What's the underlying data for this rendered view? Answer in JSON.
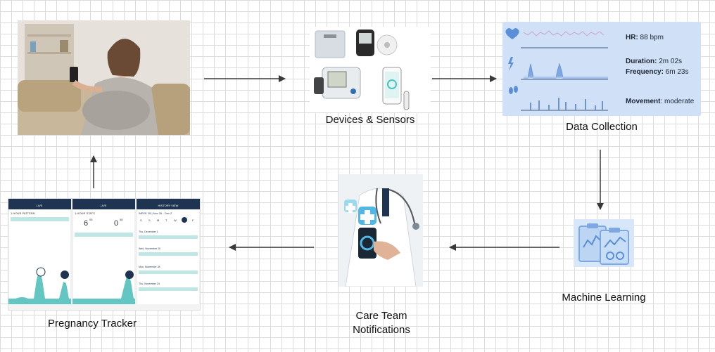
{
  "labels": {
    "devices": "Devices & Sensors",
    "data_collection": "Data Collection",
    "machine_learning": "Machine Learning",
    "care_team": [
      "Care Team",
      "Notifications"
    ],
    "pregnancy_tracker": "Pregnancy Tracker"
  },
  "data_panel": {
    "hr_label": "HR:",
    "hr_value": " 88 bpm",
    "duration_label": "Duration:",
    "duration_value": " 2m 02s",
    "frequency_label": "Frequency:",
    "frequency_value": " 6m 23s",
    "movement_label": "Movement",
    "movement_value": ": moderate"
  },
  "tracker": {
    "screen1_title": "LIVE",
    "screen1_header": "1-HOUR PATTERN",
    "screen2_title": "LIVE",
    "screen2_header": "1-HOUR STATS",
    "screen2_stat1": "6",
    "screen2_stat1_sup": "05",
    "screen2_stat2": "0",
    "screen2_stat2_sup": "58",
    "screen3_title": "HISTORY VIEW",
    "screen3_week": "WEEK 28 | Nov 26 - Dec 2",
    "screen3_days": [
      "S",
      "S",
      "M",
      "T",
      "W",
      "T",
      "F"
    ],
    "screen3_entries": [
      "Thu, December 1",
      "Wed, November 30",
      "Mon, November 28",
      "Thu, November 24"
    ]
  },
  "colors": {
    "arrow": "#3a3a3a",
    "panel_bg": "#cfe0f7",
    "chart_blue": "#5b8fd8",
    "accent_teal": "#4cc3c0",
    "navy": "#1f3451"
  }
}
